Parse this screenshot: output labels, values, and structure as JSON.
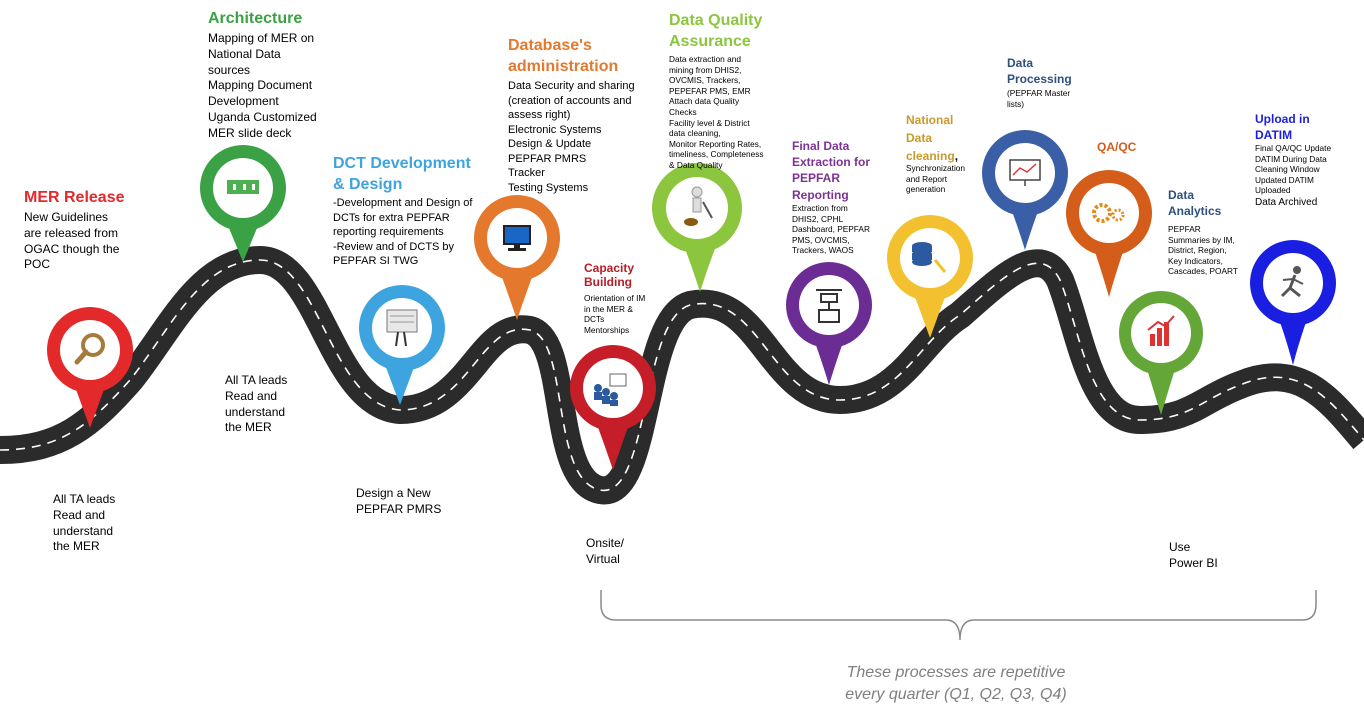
{
  "colors": {
    "road": "#2b2b2b",
    "road_line": "#ffffff",
    "mer_release": "#e4292b",
    "architecture": "#3aa245",
    "dct": "#3ea4e0",
    "database": "#e4792d",
    "capacity": "#c61e28",
    "data_quality": "#8cc63f",
    "final_extraction": "#6b2d93",
    "national_cleaning": "#f3c12f",
    "data_processing": "#3a5fa6",
    "qa_qc": "#d35d19",
    "data_analytics": "#64a638",
    "upload_datim": "#1a1ee0",
    "heading_blue": "#2f4f7f",
    "heading_gold": "#c79a2e",
    "heading_purple": "#7b3394",
    "heading_darkred": "#b61e24",
    "note_gray": "#7f7f7f"
  },
  "stages": {
    "mer_release": {
      "title": "MER Release",
      "body": "New Guidelines\nare released from\nOGAC though the\nPOC",
      "below": "All TA leads\nRead and\nunderstand\nthe MER",
      "icon": "magnifier-icon"
    },
    "architecture": {
      "title": "Architecture",
      "body": "Mapping of MER on\nNational Data\nsources\nMapping Document\nDevelopment\nUganda Customized\nMER slide deck",
      "below": "All TA leads\nRead and\nunderstand\nthe MER",
      "icon": "puzzle-icon"
    },
    "dct": {
      "title": "DCT Development\n& Design",
      "body": "-Development  and Design of\nDCTs for extra PEPFAR\nreporting requirements\n-Review and of DCTS by\nPEPFAR SI TWG",
      "below": "Design a New\nPEPFAR PMRS",
      "icon": "blueprint-icon"
    },
    "database": {
      "title": "Database's\nadministration",
      "body": "Data Security and sharing\n(creation of accounts and\nassess right)\nElectronic Systems\nDesign & Update\nPEPFAR PMRS\nTracker\nTesting Systems",
      "icon": "monitor-icon"
    },
    "capacity": {
      "title": "Capacity\nBuilding",
      "body": "Orientation of IM\nin the MER &\nDCTs\nMentorships",
      "below": "Onsite/\nVirtual",
      "icon": "training-icon"
    },
    "data_quality": {
      "title": "Data Quality\nAssurance",
      "body": "Data extraction and\nmining from DHIS2,\nOVCMIS, Trackers,\nPEPEFAR PMS, EMR\n Attach data Quality\nChecks\nFacility level & District\ndata cleaning,\nMonitor Reporting Rates,\ntimeliness, Completeness\n& Data Quality",
      "icon": "cleaning-person-icon"
    },
    "final_extraction": {
      "title": "Final Data\nExtraction for\nPEPFAR\nReporting",
      "body": "Extraction from\nDHIS2, CPHL\nDashboard, PEPFAR\nPMS, OVCMIS,\nTrackers, WAOS",
      "icon": "network-icon"
    },
    "national_cleaning": {
      "title": "National\nData\ncleaning",
      "title_tail": ",",
      "body": "Synchronization\nand Report\ngeneration",
      "icon": "database-icon"
    },
    "data_processing": {
      "title": "Data\nProcessing",
      "body": "(PEPFAR Master\nlists)",
      "icon": "presentation-chart-icon"
    },
    "qa_qc": {
      "title": "QA/QC",
      "icon": "gears-icon"
    },
    "data_analytics": {
      "title": "Data\nAnalytics",
      "body": "PEPFAR\nSummaries by IM,\nDistrict, Region,\nKey Indicators,\nCascades, POART",
      "below": "Use\nPower BI",
      "icon": "bar-chart-icon"
    },
    "upload_datim": {
      "title": "Upload in\nDATIM",
      "body": "Final QA/QC Update\nDATIM During Data\nCleaning Window\nUpdated DATIM\nUploaded",
      "body2": "Data Archived",
      "icon": "runner-icon"
    }
  },
  "bracket_note": "These processes are repetitive\nevery quarter (Q1, Q2, Q3, Q4)"
}
